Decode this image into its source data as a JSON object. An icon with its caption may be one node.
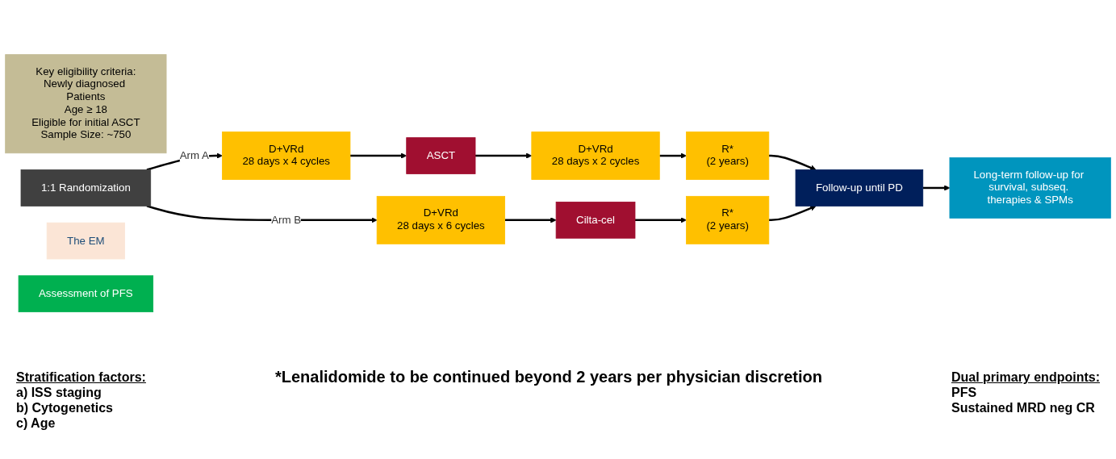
{
  "diagram": {
    "nodes": [
      {
        "text": [
          "Key eligibility criteria:",
          "Newly diagnosed Patients",
          "Age ≥ 18",
          "Eligible for initial ASCT",
          "Sample Size: ~750"
        ]
      },
      {
        "text": [
          "1:1 Randomization"
        ]
      },
      {
        "text": [
          "D+VRd",
          "28 days x 4 cycles"
        ]
      },
      {
        "text": [
          "ASCT"
        ]
      },
      {
        "text": [
          "D+VRd",
          "28 days x 2 cycles"
        ]
      },
      {
        "text": [
          "R*",
          "(2 years)"
        ]
      },
      {
        "text": [
          "D+VRd",
          "28 days x 6 cycles"
        ]
      },
      {
        "text": [
          "Cilta-cel"
        ]
      },
      {
        "text": [
          "R*",
          "(2 years)"
        ]
      },
      {
        "text": [
          "Follow-up until PD"
        ]
      },
      {
        "text": [
          "Long-term follow-up for survival, subseq. therapies & SPMs"
        ]
      },
      {
        "text": [
          "The EM"
        ]
      },
      {
        "text": [
          "Assessment of PFS"
        ]
      }
    ],
    "edges": [
      {
        "from": 1,
        "to": 2,
        "arrow": "to",
        "label": "Arm A"
      },
      {
        "from": 2,
        "to": 3,
        "arrow": "to"
      },
      {
        "from": 3,
        "to": 4,
        "arrow": "to"
      },
      {
        "from": 4,
        "to": 5,
        "arrow": "to"
      },
      {
        "from": 5,
        "to": 9,
        "arrow": "to"
      },
      {
        "from": 1,
        "to": 6,
        "arrow": "to",
        "label": "Arm B"
      },
      {
        "from": 6,
        "to": 7,
        "arrow": "to"
      },
      {
        "from": 7,
        "to": 8,
        "arrow": "to"
      },
      {
        "from": 8,
        "to": 9,
        "arrow": "to"
      },
      {
        "from": 9,
        "to": 10,
        "arrow": "to"
      }
    ],
    "labels": [
      "Stratification factors:",
      "a) ISS staging",
      "b) Cytogenetics",
      "c) Age",
      "*Lenalidomide to be continued beyond 2 years per physician discretion",
      "Dual primary endpoints:",
      "PFS",
      "Sustained MRD neg CR"
    ]
  }
}
